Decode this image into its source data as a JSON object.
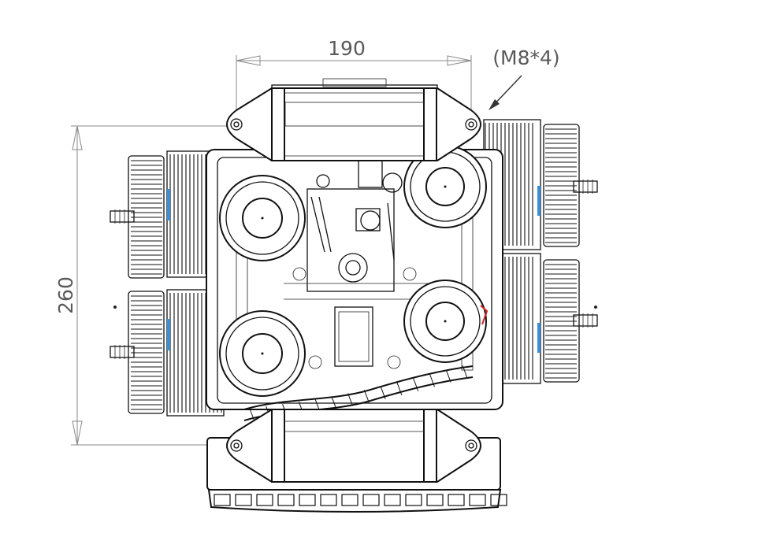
{
  "dimensions": {
    "width_label": "190",
    "height_label": "260",
    "bolt_label": "(M8*4)"
  },
  "colors": {
    "line": "#111111",
    "dimension": "#8a8a8a",
    "accent_blue": "#3a8fd6",
    "accent_red": "#d42020"
  }
}
